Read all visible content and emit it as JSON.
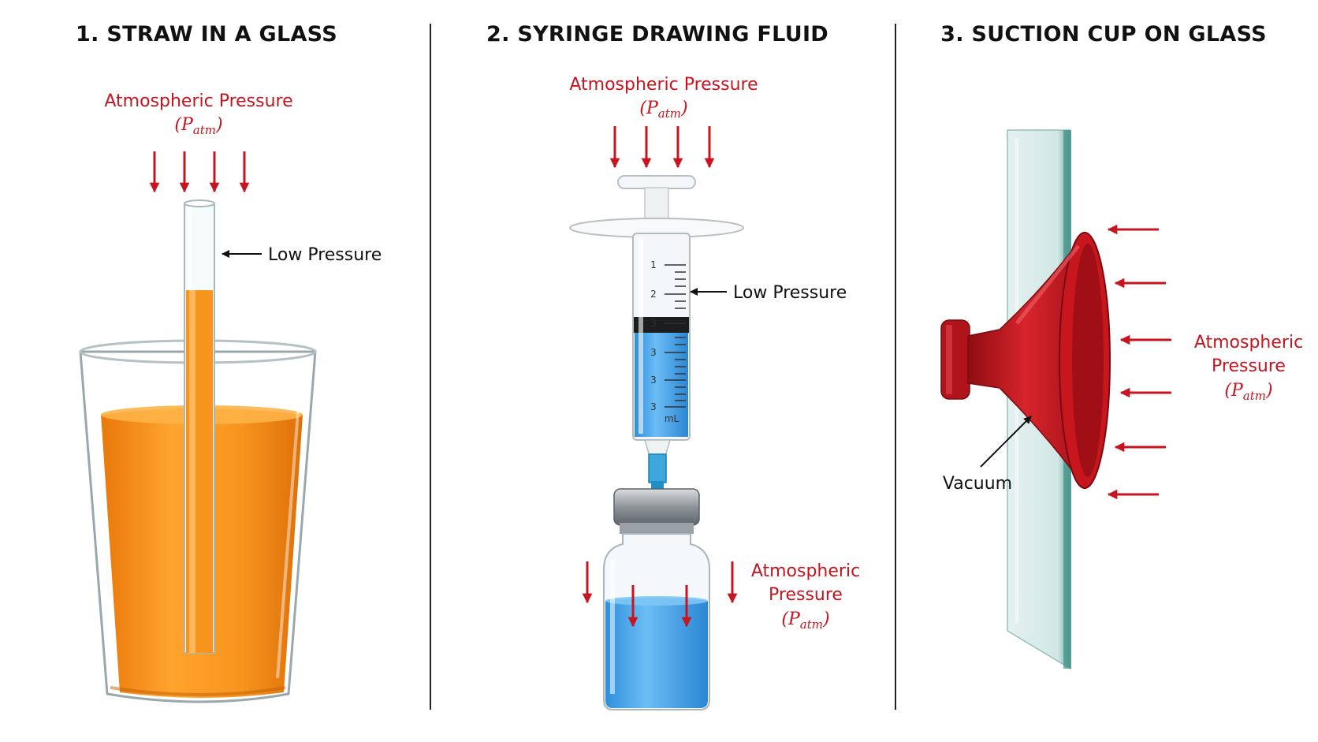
{
  "panels": [
    {
      "title": "1. STRAW IN A GLASS",
      "pressure_label": "Atmospheric Pressure",
      "symbol_main": "P",
      "symbol_sub": "atm",
      "low_label": "Low Pressure"
    },
    {
      "title": "2. SYRINGE DRAWING FLUID",
      "pressure_label": "Atmospheric Pressure",
      "symbol_main": "P",
      "symbol_sub": "atm",
      "low_label": "Low Pressure",
      "vial_pressure_line1": "Atmospheric",
      "vial_pressure_line2": "Pressure",
      "syringe_unit": "mL",
      "syringe_ticks": [
        "1",
        "2",
        "3",
        "3",
        "3",
        "3"
      ]
    },
    {
      "title": "3. SUCTION CUP ON GLASS",
      "pressure_line1": "Atmospheric",
      "pressure_line2": "Pressure",
      "symbol_main": "P",
      "symbol_sub": "atm",
      "vacuum_label": "Vacuum"
    }
  ],
  "colors": {
    "arrow_red": "#c8141e",
    "juice": "#f7941d",
    "liquid_blue": "#3a9ee8",
    "cup_red": "#c8161e",
    "glass_tint": "#cfe6e4"
  }
}
